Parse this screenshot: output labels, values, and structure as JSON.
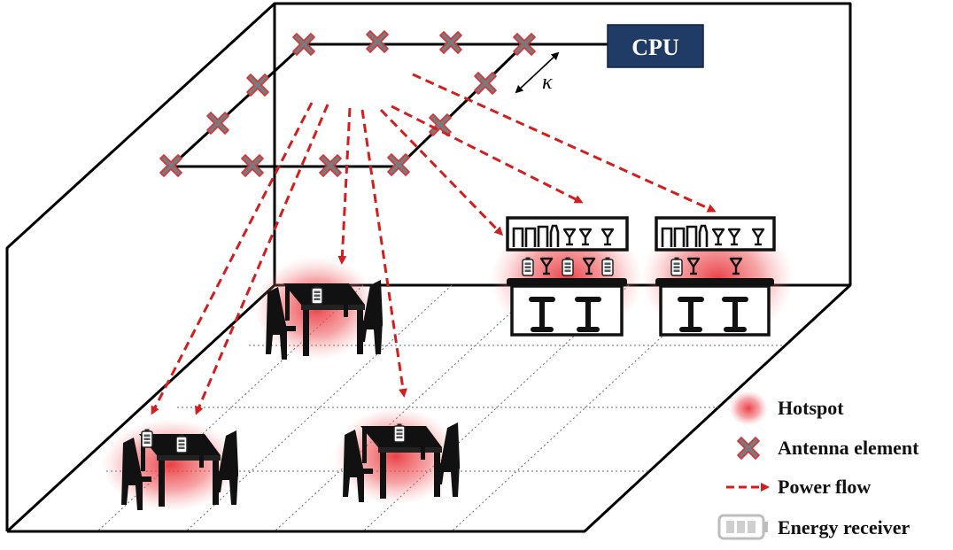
{
  "cpu": {
    "label": "CPU",
    "color": "#1f3b66"
  },
  "spacing": {
    "symbol": "κ"
  },
  "legend": {
    "hotspot": "Hotspot",
    "antenna": "Antenna element",
    "power_flow": "Power flow",
    "energy_receiver": "Energy receiver"
  },
  "colors": {
    "hotspot": "#e8383d",
    "antenna_fill": "#7a7a7a",
    "antenna_stroke": "#d9343a",
    "power_flow": "#d21e1e",
    "furniture": "#111111",
    "receiver": "#ffffff"
  },
  "icons": [
    "antenna-element-icon",
    "energy-receiver-icon",
    "table-icon",
    "chair-icon",
    "bar-counter-icon",
    "bar-stool-icon",
    "wine-glass-icon",
    "bottle-icon"
  ]
}
